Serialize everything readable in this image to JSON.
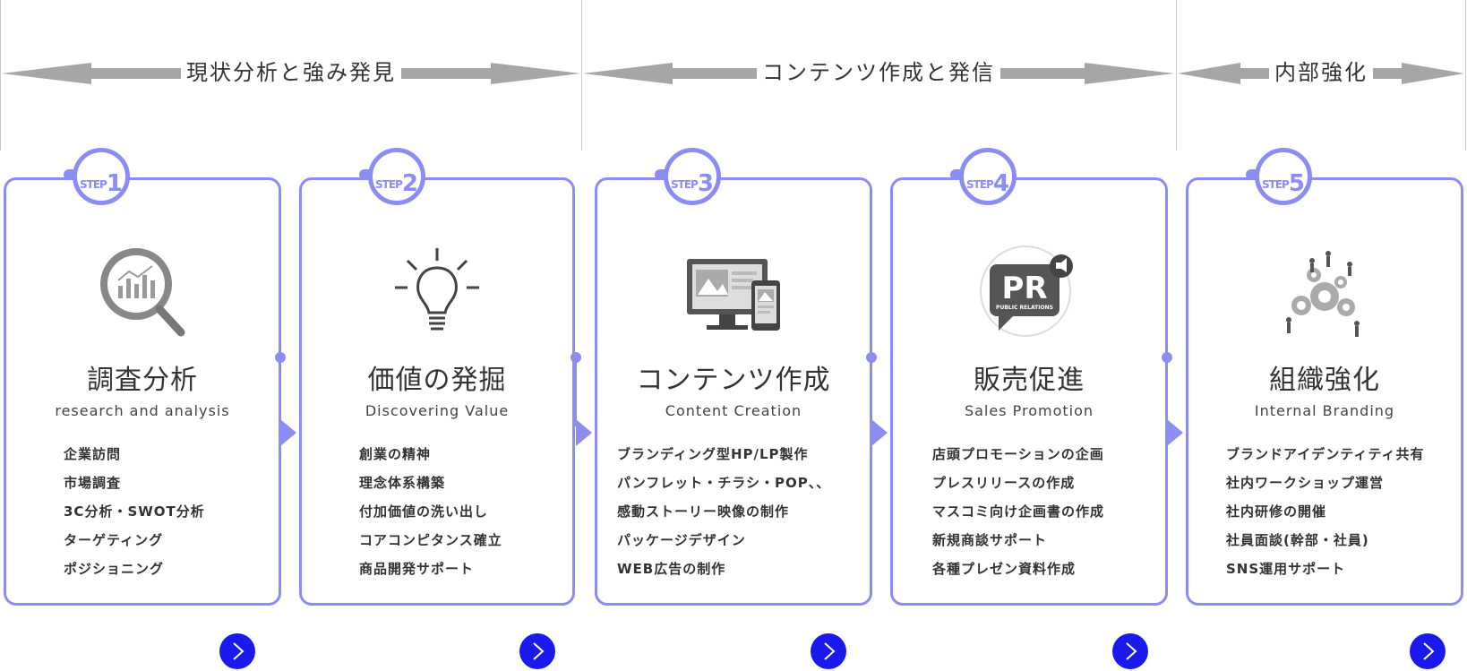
{
  "phases": [
    {
      "label": "現状分析と強み発見"
    },
    {
      "label": "コンテンツ作成と発信"
    },
    {
      "label": "内部強化"
    }
  ],
  "steps": [
    {
      "step_prefix": "STEP",
      "number": "1",
      "icon": "magnifier-chart-icon",
      "title": "調査分析",
      "subtitle": "research and analysis",
      "items": [
        "企業訪問",
        "市場調査",
        "3C分析・SWOT分析",
        "ターゲティング",
        "ポジショニング"
      ]
    },
    {
      "step_prefix": "STEP",
      "number": "2",
      "icon": "light-bulb-icon",
      "title": "価値の発掘",
      "subtitle": "Discovering Value",
      "items": [
        "創業の精神",
        "理念体系構築",
        "付加価値の洗い出し",
        "コアコンピタンス確立",
        "商品開発サポート"
      ]
    },
    {
      "step_prefix": "STEP",
      "number": "3",
      "icon": "monitor-phone-icon",
      "title": "コンテンツ作成",
      "subtitle": "Content Creation",
      "items": [
        "ブランディング型HP/LP製作",
        "パンフレット・チラシ・POP、、",
        "感動ストーリー映像の制作",
        "パッケージデザイン",
        "WEB広告の制作"
      ]
    },
    {
      "step_prefix": "STEP",
      "number": "4",
      "icon": "pr-bubble-icon",
      "icon_text": "PR",
      "icon_subtext": "PUBLIC RELATIONS",
      "title": "販売促進",
      "subtitle": "Sales Promotion",
      "items": [
        "店頭プロモーションの企画",
        "プレスリリースの作成",
        "マスコミ向け企画書の作成",
        "新規商談サポート",
        "各種プレゼン資料作成"
      ]
    },
    {
      "step_prefix": "STEP",
      "number": "5",
      "icon": "team-gears-icon",
      "title": "組織強化",
      "subtitle": "Internal Branding",
      "items": [
        "ブランドアイデンティティ共有",
        "社内ワークショップ運営",
        "社内研修の開催",
        "社員面談(幹部・社員)",
        "SNS運用サポート"
      ]
    }
  ],
  "colors": {
    "accent": "#8c8cf5",
    "button": "#1a1aee",
    "arrow": "#a6a6a6"
  }
}
